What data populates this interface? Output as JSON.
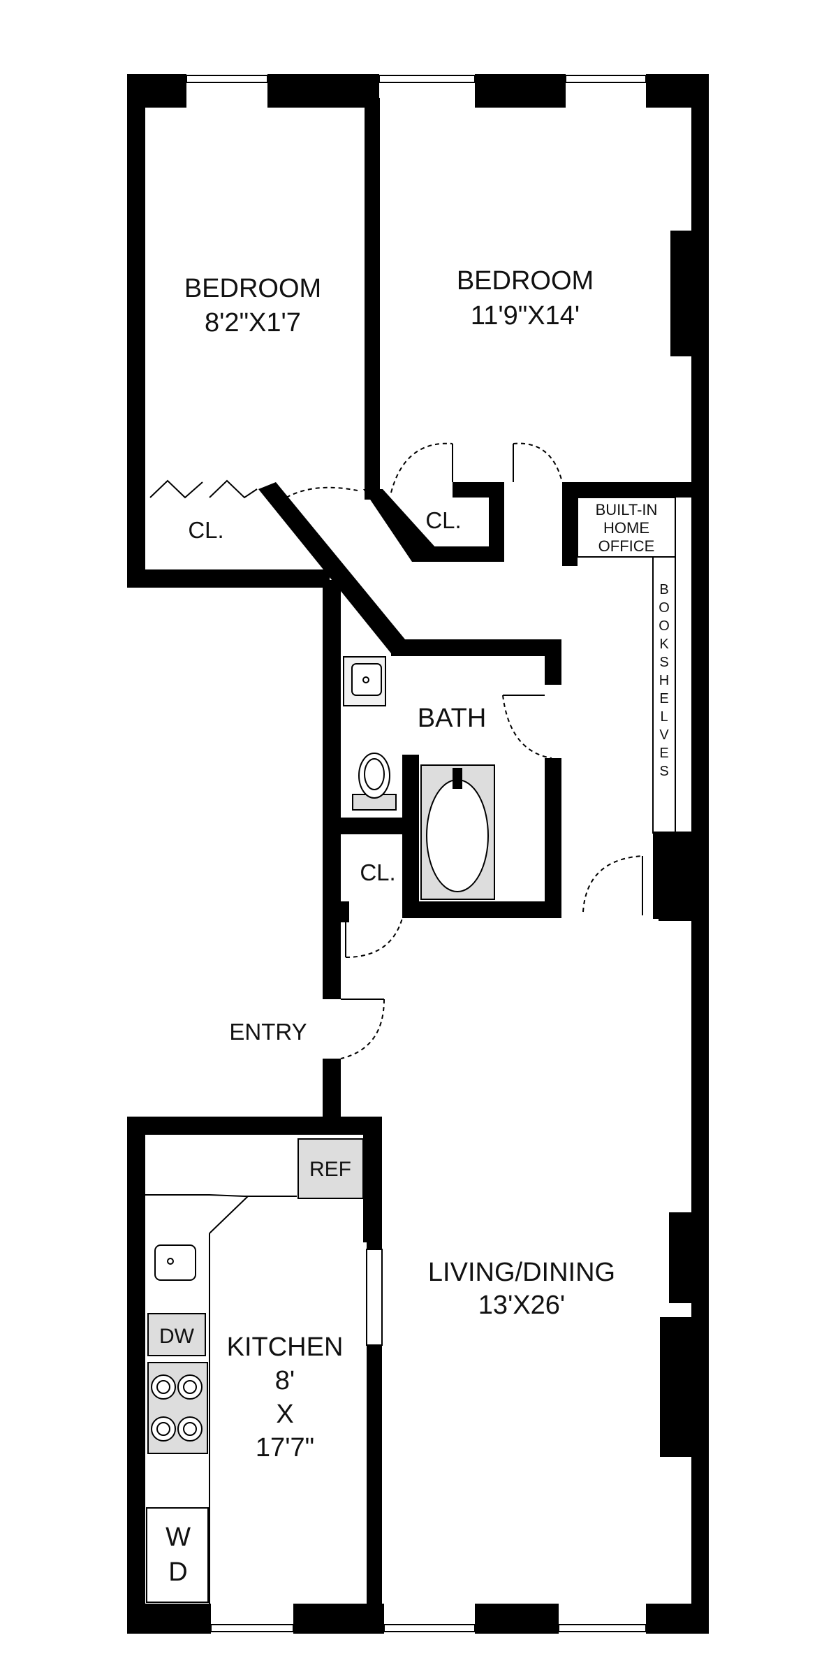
{
  "rooms": {
    "bedroom_left": {
      "name": "BEDROOM",
      "dims": "8'2\"X1'7"
    },
    "bedroom_right": {
      "name": "BEDROOM",
      "dims": "11'9\"X14'"
    },
    "closet_bedroom_left": "CL.",
    "closet_bedroom_right": "CL.",
    "closet_hall": "CL.",
    "bath": "BATH",
    "office": {
      "line1": "BUILT-IN",
      "line2": "HOME",
      "line3": "OFFICE"
    },
    "bookshelves": [
      "B",
      "O",
      "O",
      "K",
      "S",
      "H",
      "E",
      "L",
      "V",
      "E",
      "S"
    ],
    "entry": "ENTRY",
    "living": {
      "name": "LIVING/DINING",
      "dims": "13'X26'"
    },
    "kitchen": {
      "name": "KITCHEN",
      "dim1": "8'",
      "dim2": "X",
      "dim3": "17'7\""
    }
  },
  "fixtures": {
    "refrigerator": "REF",
    "dishwasher": "DW",
    "washer_dryer": [
      "W",
      "D"
    ]
  }
}
